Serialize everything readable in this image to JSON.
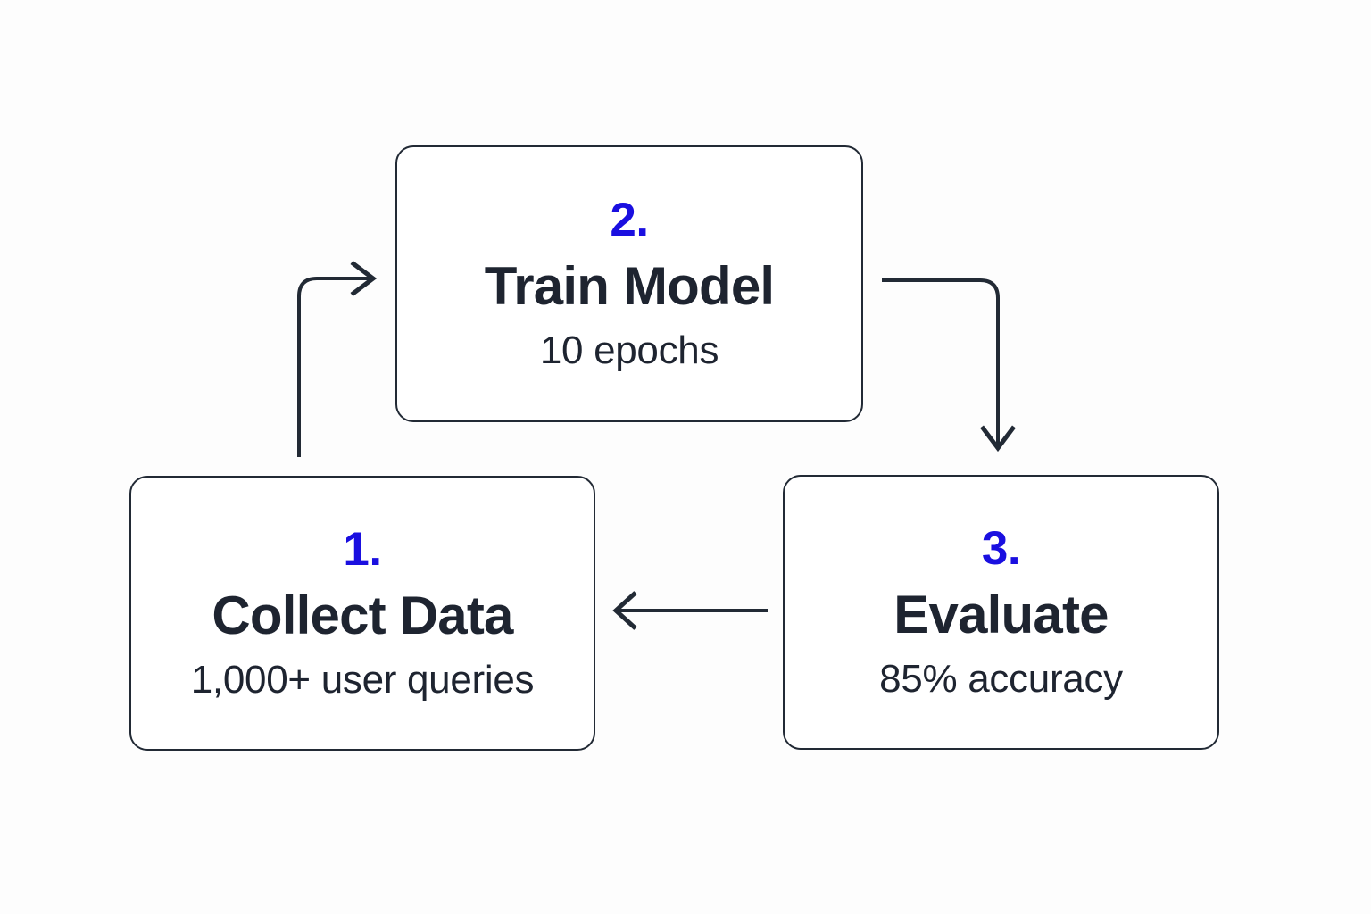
{
  "diagram": {
    "type": "flowchart-cycle",
    "background_color": "#fdfdfd",
    "accent_color": "#1a0fe0",
    "text_color": "#1e2430",
    "border_color": "#222a35",
    "nodes": [
      {
        "id": "collect",
        "step": "1.",
        "title": "Collect Data",
        "detail": "1,000+ user queries",
        "position": "bottom-left"
      },
      {
        "id": "train",
        "step": "2.",
        "title": "Train Model",
        "detail": "10 epochs",
        "position": "top-center"
      },
      {
        "id": "evaluate",
        "step": "3.",
        "title": "Evaluate",
        "detail": "85% accuracy",
        "position": "bottom-right"
      }
    ],
    "edges": [
      {
        "id": "collect-to-train",
        "from": "collect",
        "to": "train",
        "style": "elbow-rounded",
        "arrowhead": "chevron-right"
      },
      {
        "id": "train-to-evaluate",
        "from": "train",
        "to": "evaluate",
        "style": "elbow-rounded",
        "arrowhead": "chevron-down"
      },
      {
        "id": "evaluate-to-collect",
        "from": "evaluate",
        "to": "collect",
        "style": "straight",
        "arrowhead": "chevron-left"
      }
    ]
  }
}
